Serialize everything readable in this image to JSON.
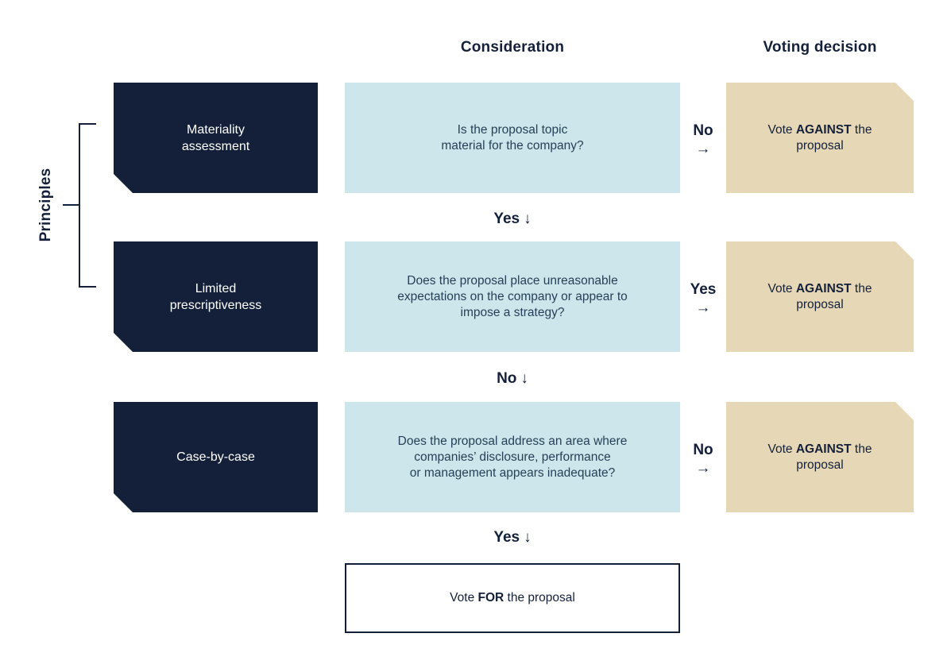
{
  "headers": {
    "consideration": "Consideration",
    "voting_decision": "Voting decision"
  },
  "principles": {
    "label": "Principles"
  },
  "icons": {
    "arrow_right": "→",
    "arrow_down": "↓"
  },
  "colors": {
    "navy": "#142039",
    "light_blue": "#CDE6EC",
    "tan": "#E6D8B6",
    "question_text": "#274057",
    "background": "#FFFFFF"
  },
  "rows": [
    {
      "principle_lines": [
        "Materiality",
        "assessment"
      ],
      "question_lines": [
        "Is the proposal topic",
        "material for the company?"
      ],
      "answer": "No",
      "decision": {
        "prefix": "Vote ",
        "emphasis": "AGAINST",
        "suffix": " the proposal"
      },
      "flow_answer": "Yes"
    },
    {
      "principle_lines": [
        "Limited",
        "prescriptiveness"
      ],
      "question_lines": [
        "Does the proposal place unreasonable",
        "expectations on the company or appear to",
        "impose a strategy?"
      ],
      "answer": "Yes",
      "decision": {
        "prefix": "Vote ",
        "emphasis": "AGAINST",
        "suffix": " the proposal"
      },
      "flow_answer": "No"
    },
    {
      "principle_lines": [
        "Case-by-case"
      ],
      "question_lines": [
        "Does the proposal address an area where",
        "companies’ disclosure, performance",
        "or management appears inadequate?"
      ],
      "answer": "No",
      "decision": {
        "prefix": "Vote ",
        "emphasis": "AGAINST",
        "suffix": " the proposal"
      },
      "flow_answer": "Yes"
    }
  ],
  "final_decision": {
    "prefix": "Vote ",
    "emphasis": "FOR",
    "suffix": " the proposal"
  }
}
